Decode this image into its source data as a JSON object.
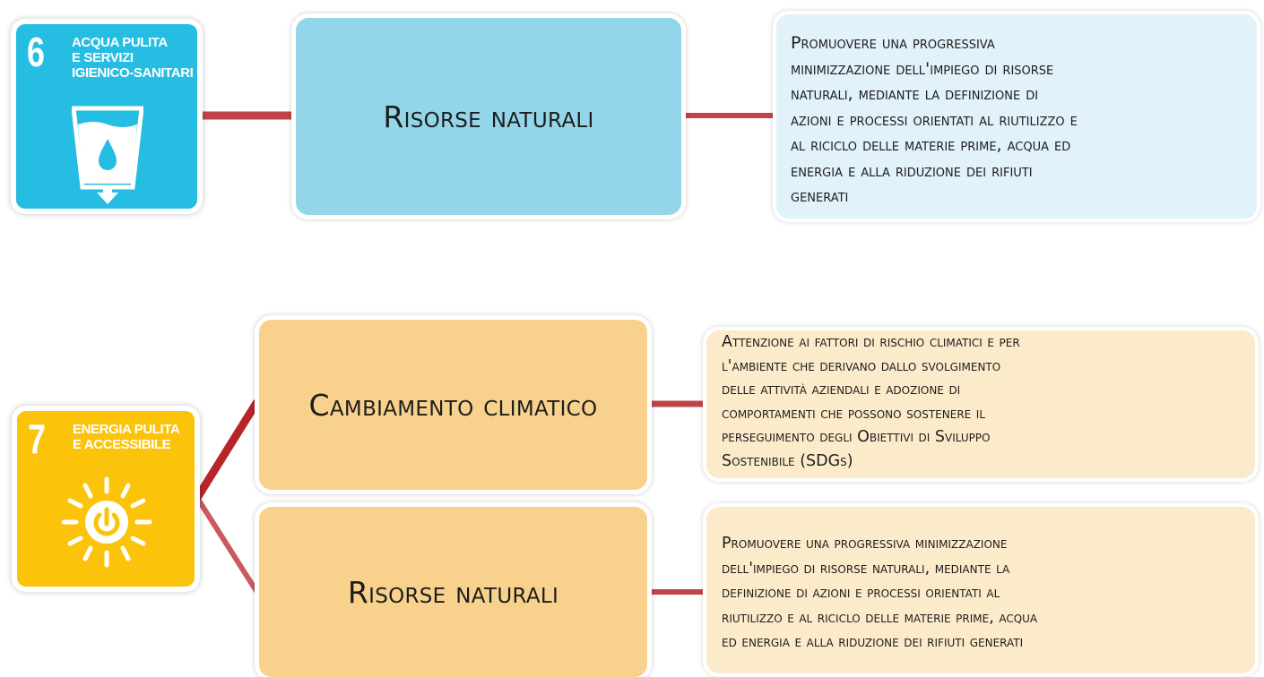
{
  "colors": {
    "sdg6": "#26bde2",
    "sdg7": "#fcc30b",
    "box_blue": "#93d6ea",
    "desc_blue": "#e1f2fa",
    "box_orange": "#f8d28c",
    "desc_orange": "#fcebcb",
    "connector": "#b8242a"
  },
  "section1": {
    "sdg": {
      "number": "6",
      "title_lines": [
        "Acqua pulita",
        "e servizi",
        "igienico-sanitari"
      ],
      "icon": "water-glass-icon"
    },
    "topic": "Risorse naturali",
    "description_lines": [
      "Promuovere una progressiva",
      "minimizzazione dell'impiego di risorse",
      "naturali, mediante la definizione di",
      "azioni e processi orientati al riutilizzo e",
      "al riciclo delle materie prime, acqua ed",
      "energia e alla riduzione dei rifiuti",
      "generati"
    ]
  },
  "section2": {
    "sdg": {
      "number": "7",
      "title_lines": [
        "Energia pulita",
        "e accessibile"
      ],
      "icon": "sun-power-icon"
    },
    "topic1": "Cambiamento climatico",
    "description1_lines": [
      "Attenzione ai fattori di rischio climatici e per",
      "l'ambiente che derivano dallo svolgimento",
      "delle attività aziendali e adozione di",
      "comportamenti che possono sostenere il",
      "perseguimento degli Obiettivi di Sviluppo",
      "Sostenibile (SDGs)"
    ],
    "topic2": "Risorse naturali",
    "description2_lines": [
      "Promuovere una progressiva minimizzazione",
      "dell'impiego di risorse naturali, mediante la",
      "definizione di azioni e processi orientati al",
      "riutilizzo e al riciclo delle materie prime, acqua",
      "ed energia e alla riduzione dei rifiuti generati"
    ]
  }
}
